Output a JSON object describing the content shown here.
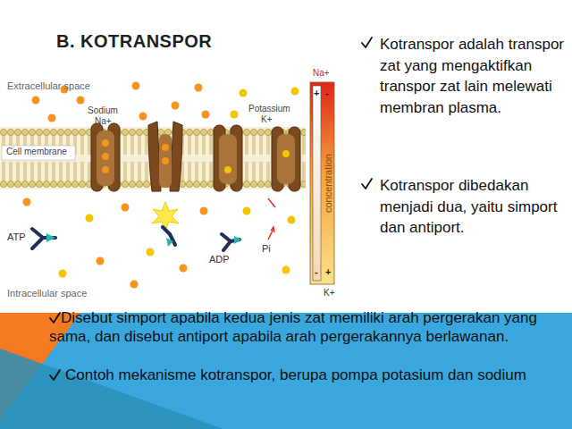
{
  "diagram": {
    "title": "B. KOTRANSPOR",
    "labels": [
      "Extracellular space",
      "Sodium",
      "Na+",
      "Potassium",
      "K+",
      "Cell membrane",
      "ATP",
      "ADP",
      "Pi",
      "Intracellular space",
      "Na+",
      "+",
      "-",
      "concentration",
      "-",
      "+",
      "K+",
      "Kotranspor adalah transpor zat yang mengaktifkan transpor zat lain melewati membran plasma.",
      "Kotranspor dibedakan menjadi dua, yaitu simport dan antiport.",
      "Disebut simport apabila kedua jenis zat memiliki arah pergerakan yang sama, dan disebut antiport apabila arah pergerakannya berlawanan.",
      "Contoh mekanisme kotranspor, berupa pompa potasium dan sodium"
    ]
  }
}
